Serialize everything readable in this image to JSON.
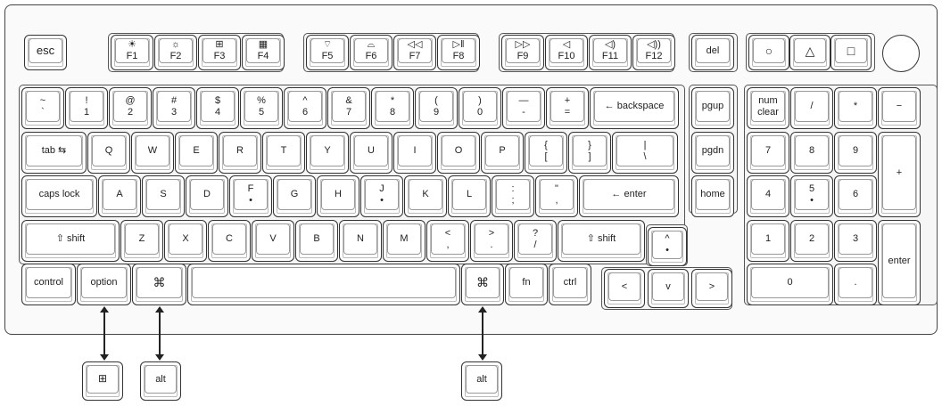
{
  "keys": {
    "esc": "esc",
    "fn_row": [
      {
        "sym": "☀",
        "label": "F1"
      },
      {
        "sym": "☼",
        "label": "F2"
      },
      {
        "sym": "⊞",
        "label": "F3"
      },
      {
        "sym": "▦",
        "label": "F4"
      },
      {
        "sym": "⌔",
        "label": "F5"
      },
      {
        "sym": "⌓",
        "label": "F6"
      },
      {
        "sym": "◁◁",
        "label": "F7"
      },
      {
        "sym": "▷‖",
        "label": "F8"
      },
      {
        "sym": "▷▷",
        "label": "F9"
      },
      {
        "sym": "◁",
        "label": "F10"
      },
      {
        "sym": "◁)",
        "label": "F11"
      },
      {
        "sym": "◁))",
        "label": "F12"
      }
    ],
    "del": "del",
    "shapes": [
      "○",
      "△",
      "□"
    ],
    "num_row": [
      {
        "top": "~",
        "bot": "`"
      },
      {
        "top": "!",
        "bot": "1"
      },
      {
        "top": "@",
        "bot": "2"
      },
      {
        "top": "#",
        "bot": "3"
      },
      {
        "top": "$",
        "bot": "4"
      },
      {
        "top": "%",
        "bot": "5"
      },
      {
        "top": "^",
        "bot": "6"
      },
      {
        "top": "&",
        "bot": "7"
      },
      {
        "top": "*",
        "bot": "8"
      },
      {
        "top": "(",
        "bot": "9"
      },
      {
        "top": ")",
        "bot": "0"
      },
      {
        "top": "—",
        "bot": "-"
      },
      {
        "top": "+",
        "bot": "="
      }
    ],
    "backspace": "← backspace",
    "tab": "tab ⇆",
    "row_q": [
      "Q",
      "W",
      "E",
      "R",
      "T",
      "Y",
      "U",
      "I",
      "O",
      "P"
    ],
    "brackets": [
      {
        "top": "{",
        "bot": "["
      },
      {
        "top": "}",
        "bot": "]"
      },
      {
        "top": "|",
        "bot": "\\"
      }
    ],
    "caps": "caps lock",
    "row_a": [
      "A",
      "S",
      "D",
      "F",
      "G",
      "H",
      "J",
      "K",
      "L"
    ],
    "semi": [
      {
        "top": ":",
        "bot": ";"
      },
      {
        "top": "\"",
        "bot": ","
      }
    ],
    "enter": "← enter",
    "lshift": "⇧ shift",
    "row_z": [
      "Z",
      "X",
      "C",
      "V",
      "B",
      "N",
      "M"
    ],
    "punct": [
      {
        "top": "<",
        "bot": ","
      },
      {
        "top": ">",
        "bot": "."
      },
      {
        "top": "?",
        "bot": "/"
      }
    ],
    "rshift": "⇧ shift",
    "control": "control",
    "option": "option",
    "cmd": "⌘",
    "fn": "fn",
    "ctrl": "ctrl",
    "nav": [
      "pgup",
      "pgdn",
      "home"
    ],
    "num_clear": [
      "num",
      "clear"
    ],
    "numpad": [
      "/",
      "*",
      "−",
      "7",
      "8",
      "9",
      "+",
      "4",
      "5",
      "6",
      "1",
      "2",
      "3",
      "enter",
      "0",
      "."
    ],
    "arrows": [
      "^",
      "<",
      "v",
      ">"
    ],
    "alt_keys": [
      "⊞",
      "alt",
      "alt"
    ]
  }
}
